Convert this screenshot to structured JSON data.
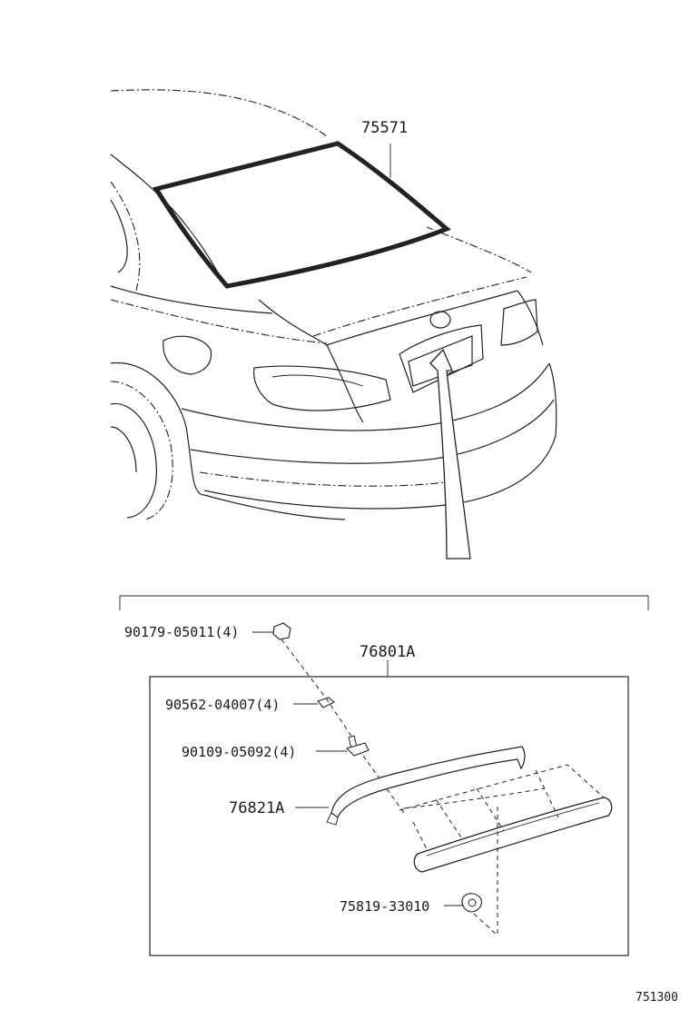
{
  "diagram": {
    "parts": {
      "p75571": "75571",
      "p76801A": "76801A",
      "p90179": "90179-05011(4)",
      "p90562": "90562-04007(4)",
      "p90109": "90109-05092(4)",
      "p76821A": "76821A",
      "p75819": "75819-33010"
    },
    "figure_id": "751300"
  }
}
